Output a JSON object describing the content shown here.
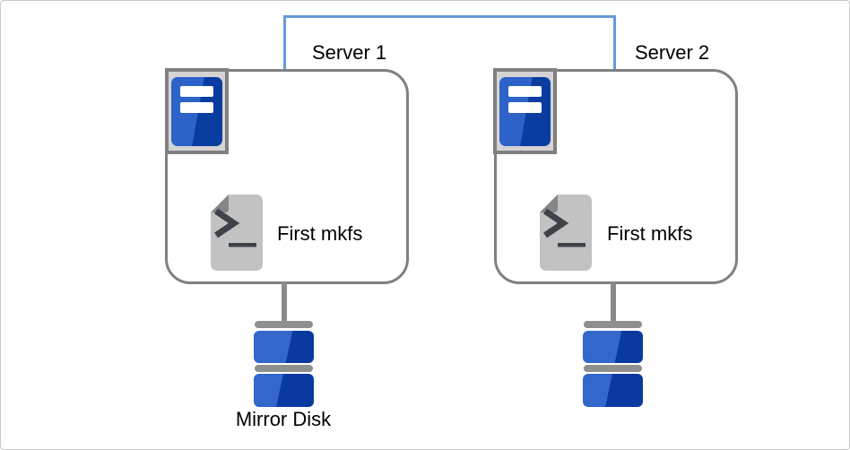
{
  "frame": {
    "background": "#ffffff",
    "border_color": "#c9c9c9"
  },
  "connector": {
    "description": "blue line linking Server 1 and Server 2",
    "color": "#6699d8"
  },
  "nodes": {
    "server1": {
      "label": "Server 1",
      "script_label": "First mkfs"
    },
    "server2": {
      "label": "Server 2",
      "script_label": "First mkfs"
    },
    "disk1": {
      "label": "Mirror Disk"
    }
  },
  "icons": {
    "server": "server-tower-icon",
    "script": "terminal-script-icon",
    "disk": "mirror-disk-icon"
  },
  "colors": {
    "outline_gray": "#808080",
    "stem_gray": "#8a8a8a",
    "icon_panel_gray": "#d4d4d4",
    "server_blue_light": "#2d62c9",
    "server_blue_dark": "#0b3da1",
    "disk_blue_light": "#3367cc",
    "disk_blue_dark": "#0a3aa0",
    "disk_cap_gray": "#8f8f8f",
    "document_gray": "#c2c2c2",
    "fold_gray": "#868686",
    "prompt_color": "#3d4349",
    "label_color": "#000000"
  }
}
